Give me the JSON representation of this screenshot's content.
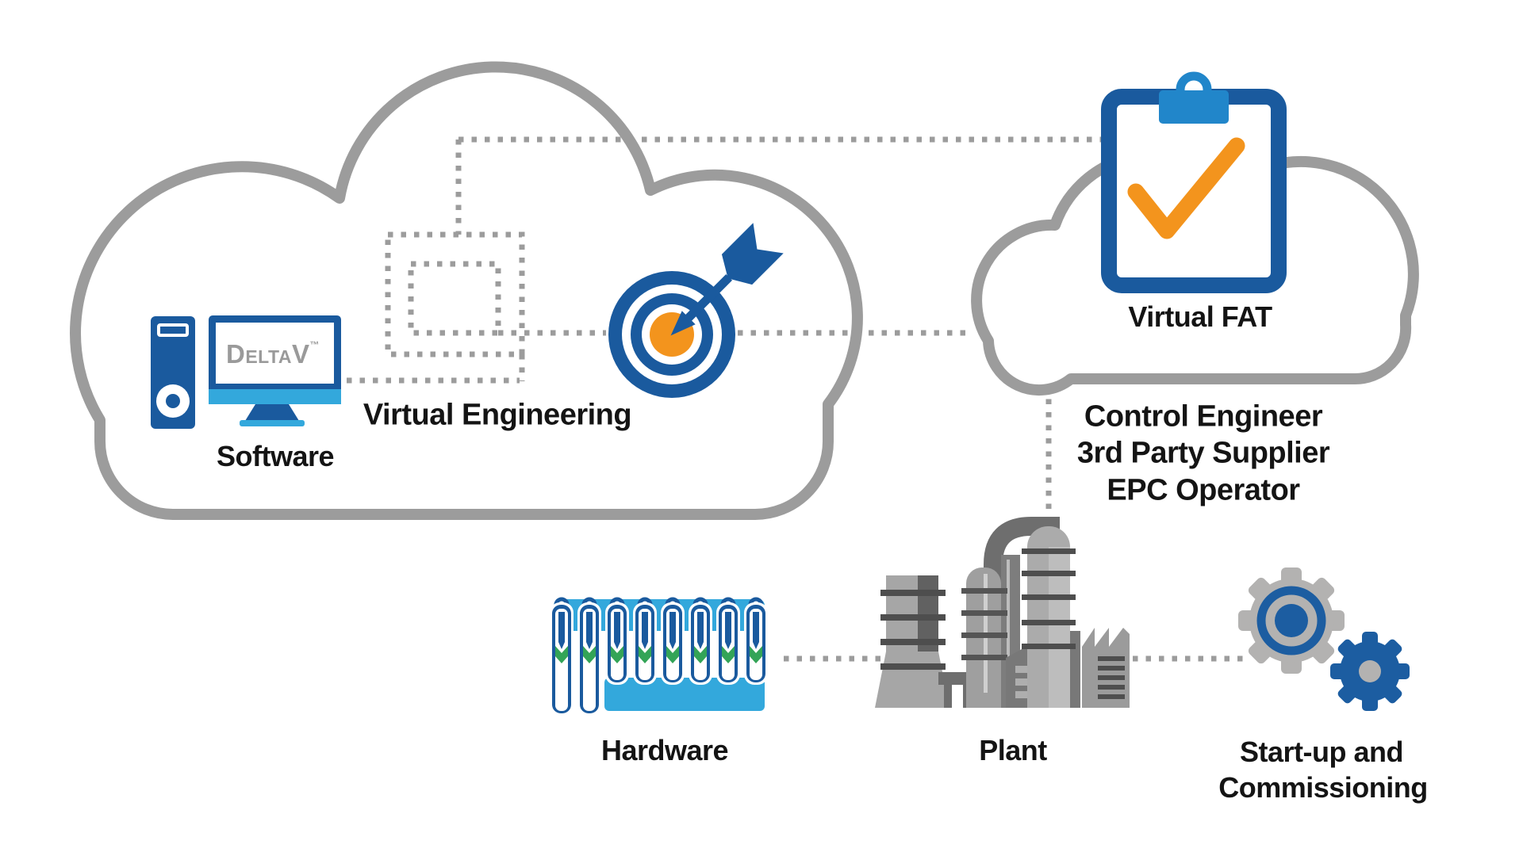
{
  "labels": {
    "software": "Software",
    "virtual_engineering": "Virtual Engineering",
    "virtual_fat": "Virtual FAT",
    "roles": [
      "Control Engineer",
      "3rd Party Supplier",
      "EPC Operator"
    ],
    "hardware": "Hardware",
    "plant": "Plant",
    "startup_line1": "Start-up and",
    "startup_line2": "Commissioning",
    "deltav_logo": "DeltaV",
    "deltav_tm": "™"
  },
  "icons": [
    "cloud-outline-left",
    "cloud-outline-right",
    "computer-icon",
    "target-arrow-icon",
    "clipboard-check-icon",
    "io-cards-hardware-icon",
    "plant-icon",
    "gears-icon"
  ],
  "colors": {
    "brand_blue": "#1a5a9e",
    "light_blue": "#33a8dc",
    "clip_blue": "#2186ca",
    "orange": "#f3941d",
    "green": "#33a457",
    "cloud_gray": "#9c9c9c",
    "dotted_gray": "#9c9c9c",
    "logo_gray": "#9a9a9a",
    "gear_gray": "#b3b2b1",
    "gear_blue": "#1c5da1",
    "text_black": "#141414"
  }
}
